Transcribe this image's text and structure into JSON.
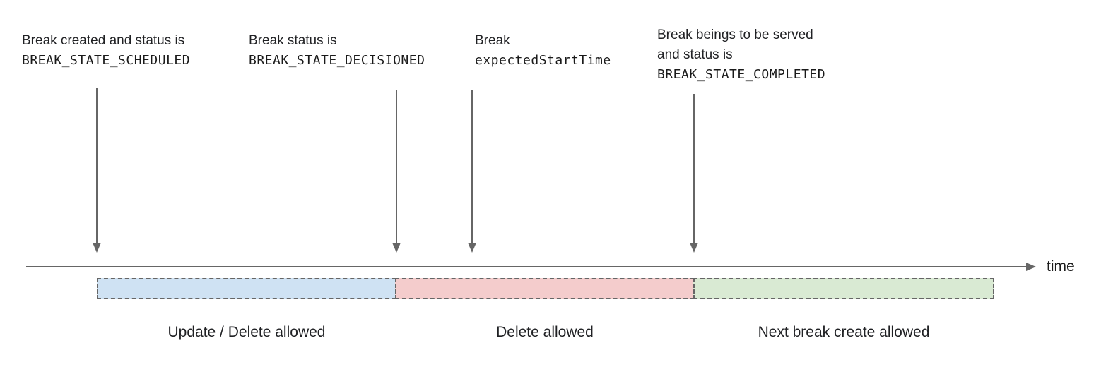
{
  "diagram": {
    "annotations": [
      {
        "text": "Break created and status is",
        "code": "BREAK_STATE_SCHEDULED"
      },
      {
        "text": "Break status is",
        "code": "BREAK_STATE_DECISIONED"
      },
      {
        "text": "Break",
        "code": "expectedStartTime"
      },
      {
        "text": "Break beings to be served\nand status is",
        "code": "BREAK_STATE_COMPLETED"
      }
    ],
    "timeline": {
      "axis_label": "time"
    },
    "segments": [
      {
        "label": "Update / Delete allowed",
        "color": "#cfe2f3"
      },
      {
        "label": "Delete allowed",
        "color": "#f4cccc"
      },
      {
        "label": "Next break create allowed",
        "color": "#d9ead3"
      }
    ],
    "colors": {
      "arrow_and_axis": "#666666",
      "dashed_border": "#666666",
      "text": "#202124"
    }
  }
}
